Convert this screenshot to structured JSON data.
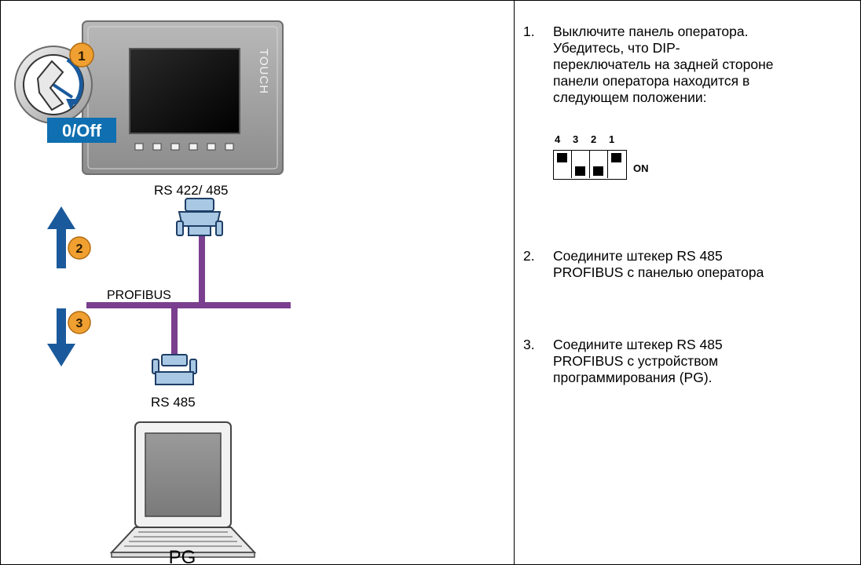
{
  "illustration": {
    "switch_label": "0/Off",
    "panel_brand": "TOUCH",
    "port_panel_label": "RS 422/ 485",
    "bus_label": "PROFIBUS",
    "port_pg_label": "RS 485",
    "pg_label": "PG",
    "badges": [
      "1",
      "2",
      "3"
    ],
    "colors": {
      "badge": "#f0a030",
      "arrow": "#1a5a9c",
      "cable": "#7a3f8e",
      "off_tag": "#0f6fb0",
      "connector": "#a9c8e4"
    }
  },
  "steps": [
    {
      "number": "1.",
      "lines": [
        "Выключите панель оператора.",
        "Убедитесь, что DIP-",
        "переключатель на задней стороне",
        "панели оператора находится в",
        "следующем положении:"
      ]
    },
    {
      "number": "2.",
      "lines": [
        "Соедините штекер RS 485",
        "PROFIBUS с панелью оператора"
      ]
    },
    {
      "number": "3.",
      "lines": [
        "Соедините штекер RS 485",
        "PROFIBUS с устройством",
        "программирования (PG)."
      ]
    }
  ],
  "dip_switch": {
    "numbers": [
      "4",
      "3",
      "2",
      "1"
    ],
    "positions": [
      "up",
      "down",
      "down",
      "up"
    ],
    "on_label": "ON"
  }
}
